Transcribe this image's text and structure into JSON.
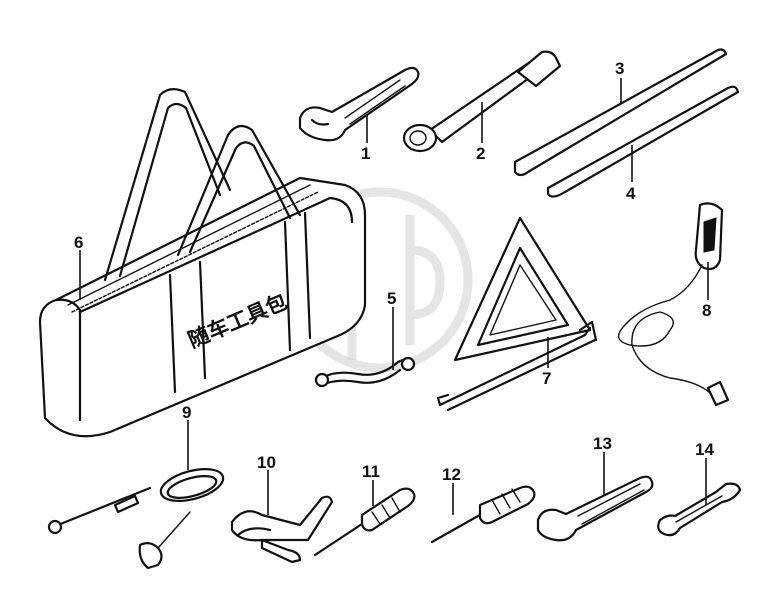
{
  "diagram": {
    "bag_print": "随车工具包",
    "callouts": [
      {
        "id": 1,
        "label": "1"
      },
      {
        "id": 2,
        "label": "2"
      },
      {
        "id": 3,
        "label": "3"
      },
      {
        "id": 4,
        "label": "4"
      },
      {
        "id": 5,
        "label": "5"
      },
      {
        "id": 6,
        "label": "6"
      },
      {
        "id": 7,
        "label": "7"
      },
      {
        "id": 8,
        "label": "8"
      },
      {
        "id": 9,
        "label": "9"
      },
      {
        "id": 10,
        "label": "10"
      },
      {
        "id": 11,
        "label": "11"
      },
      {
        "id": 12,
        "label": "12"
      },
      {
        "id": 13,
        "label": "13"
      },
      {
        "id": 14,
        "label": "14"
      }
    ]
  }
}
